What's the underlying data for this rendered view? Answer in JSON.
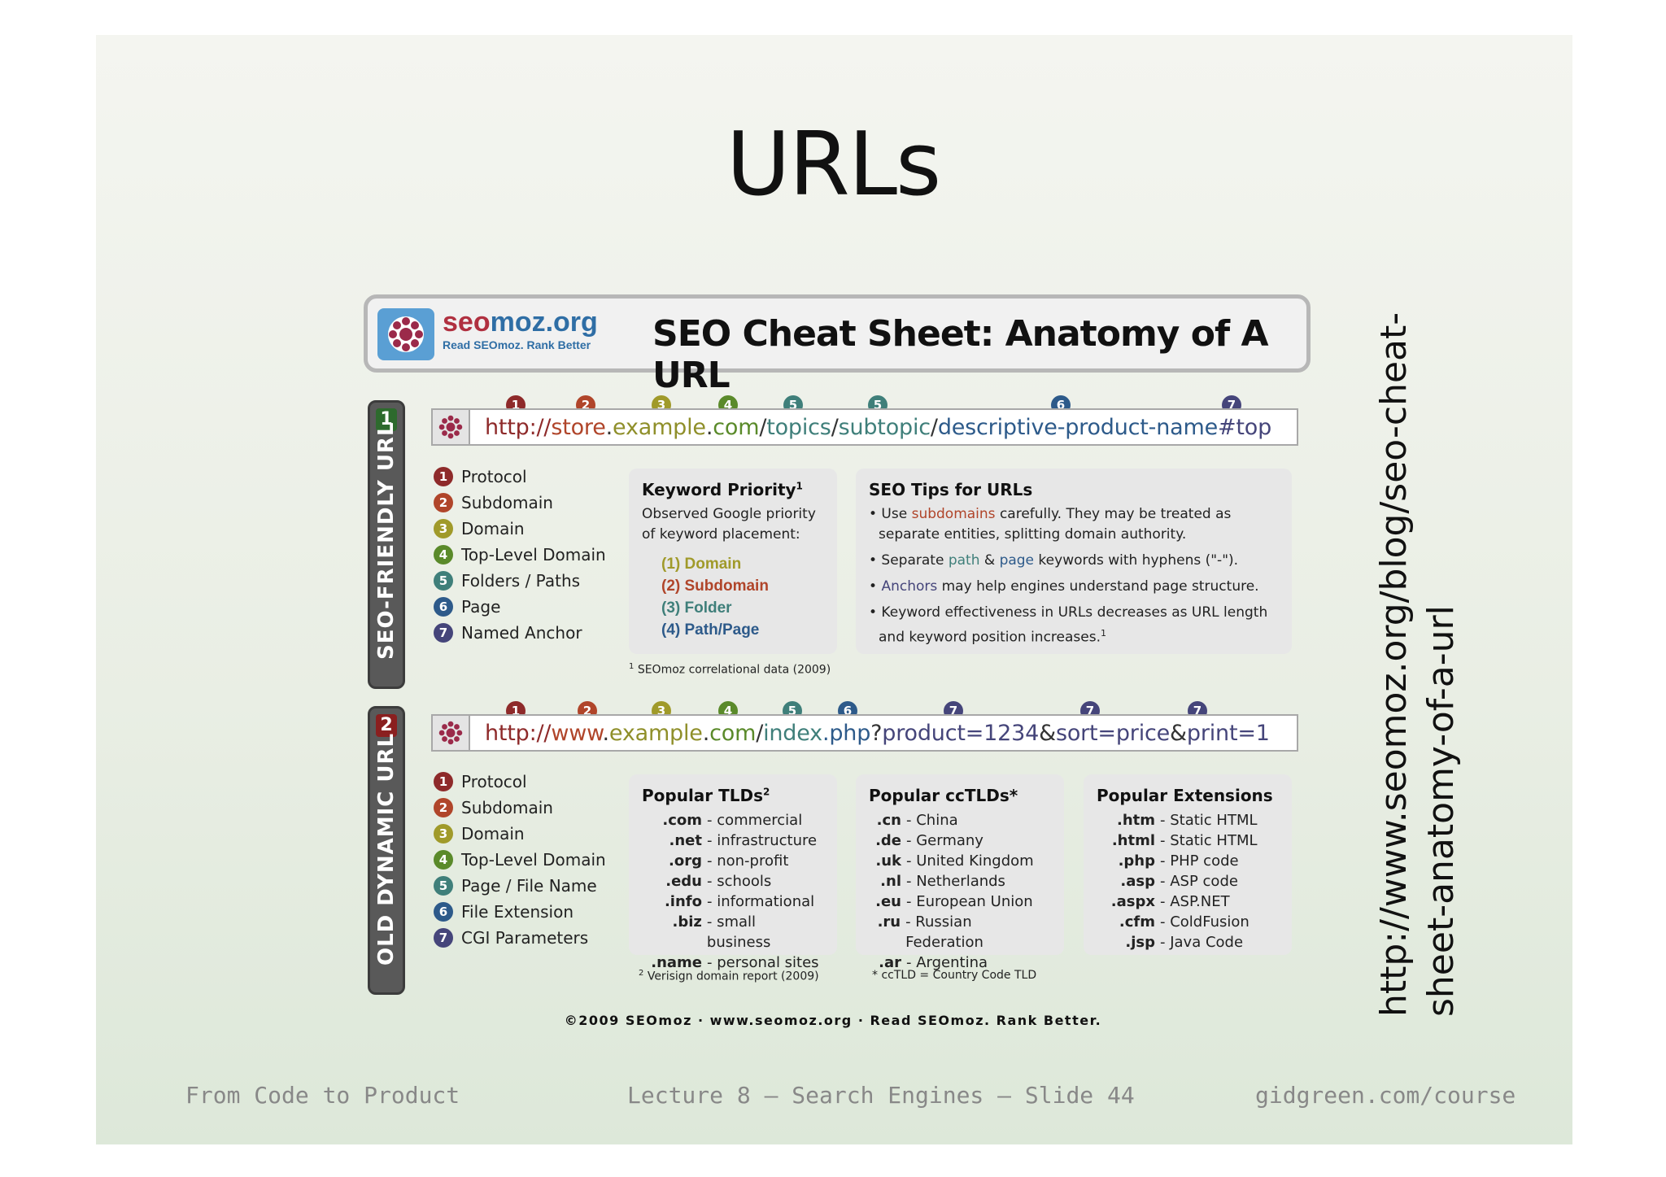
{
  "slide": {
    "title": "URLs",
    "side_url_line1": "http://www.seomoz.org/blog/seo-cheat-",
    "side_url_line2": "sheet-anatomy-of-a-url",
    "footer_left": "From Code to Product",
    "footer_center": "Lecture 8 — Search Engines — Slide 44",
    "footer_right": "gidgreen.com/course"
  },
  "sheet": {
    "logo_name_a": "seo",
    "logo_name_b": "moz.org",
    "logo_tagline": "Read SEOmoz. Rank Better",
    "title": "SEO Cheat Sheet: Anatomy of A URL",
    "copyright": "©2009 SEOmoz · www.seomoz.org · Read SEOmoz. Rank Better."
  },
  "section1": {
    "number": "1",
    "label": "SEO-FRIENDLY URL",
    "url": {
      "protocol": "http://",
      "subdomain": "store",
      "dot1": ".",
      "domain": "example",
      "dot2": ".",
      "tld": "com",
      "slash1": "/",
      "folder1": "topics",
      "slash2": "/",
      "folder2": "subtopic",
      "slash3": "/",
      "page": "descriptive-product-name",
      "anchor": "#top"
    },
    "markers": [
      "1",
      "2",
      "3",
      "4",
      "5",
      "5",
      "6",
      "7"
    ],
    "components": [
      {
        "n": "1",
        "label": "Protocol"
      },
      {
        "n": "2",
        "label": "Subdomain"
      },
      {
        "n": "3",
        "label": "Domain"
      },
      {
        "n": "4",
        "label": "Top-Level Domain"
      },
      {
        "n": "5",
        "label": "Folders / Paths"
      },
      {
        "n": "6",
        "label": "Page"
      },
      {
        "n": "7",
        "label": "Named Anchor"
      }
    ],
    "keyword_priority": {
      "title": "Keyword Priority",
      "sup": "1",
      "desc1": "Observed Google priority",
      "desc2": "of keyword placement:",
      "items": [
        "(1) Domain",
        "(2) Subdomain",
        "(3) Folder",
        "(4) Path/Page"
      ],
      "footnote_sup": "1",
      "footnote": "SEOmoz correlational data (2009)"
    },
    "tips": {
      "title": "SEO Tips for URLs",
      "tip1_a": "• Use ",
      "tip1_b": "subdomains",
      "tip1_c": " carefully. They may be treated as separate entities, splitting domain authority.",
      "tip2_a": "• Separate ",
      "tip2_b": "path",
      "tip2_c": " & ",
      "tip2_d": "page",
      "tip2_e": " keywords with hyphens (\"-\").",
      "tip3_a": "• ",
      "tip3_b": "Anchors",
      "tip3_c": " may help engines understand page structure.",
      "tip4": "• Keyword effectiveness in URLs decreases as URL length and keyword position increases.",
      "tip4_sup": "1"
    }
  },
  "section2": {
    "number": "2",
    "label": "OLD DYNAMIC URL",
    "url": {
      "protocol": "http://",
      "subdomain": "www",
      "dot1": ".",
      "domain": "example",
      "dot2": ".",
      "tld": "com",
      "slash1": "/",
      "page": "index",
      "ext": ".php",
      "q": "?",
      "p1": "product=1234",
      "amp1": "&",
      "p2": "sort=price",
      "amp2": "&",
      "p3": "print=1"
    },
    "markers": [
      "1",
      "2",
      "3",
      "4",
      "5",
      "6",
      "7",
      "7",
      "7"
    ],
    "components": [
      {
        "n": "1",
        "label": "Protocol"
      },
      {
        "n": "2",
        "label": "Subdomain"
      },
      {
        "n": "3",
        "label": "Domain"
      },
      {
        "n": "4",
        "label": "Top-Level Domain"
      },
      {
        "n": "5",
        "label": "Page / File Name"
      },
      {
        "n": "6",
        "label": "File Extension"
      },
      {
        "n": "7",
        "label": "CGI Parameters"
      }
    ],
    "tlds": {
      "title": "Popular TLDs",
      "sup": "2",
      "rows": [
        {
          "k": ".com",
          "v": "- commercial"
        },
        {
          "k": ".net",
          "v": "- infrastructure"
        },
        {
          "k": ".org",
          "v": "- non-profit"
        },
        {
          "k": ".edu",
          "v": "- schools"
        },
        {
          "k": ".info",
          "v": "- informational"
        },
        {
          "k": ".biz",
          "v": "- small business"
        },
        {
          "k": ".name",
          "v": "- personal sites"
        }
      ],
      "footnote_sup": "2",
      "footnote": "Verisign domain report (2009)"
    },
    "cctlds": {
      "title": "Popular ccTLDs*",
      "rows": [
        {
          "k": ".cn",
          "v": "- China"
        },
        {
          "k": ".de",
          "v": "- Germany"
        },
        {
          "k": ".uk",
          "v": "- United Kingdom"
        },
        {
          "k": ".nl",
          "v": "- Netherlands"
        },
        {
          "k": ".eu",
          "v": "- European Union"
        },
        {
          "k": ".ru",
          "v": "- Russian Federation"
        },
        {
          "k": ".ar",
          "v": "- Argentina"
        }
      ],
      "footnote": "* ccTLD = Country Code TLD"
    },
    "extensions": {
      "title": "Popular Extensions",
      "rows": [
        {
          "k": ".htm",
          "v": "- Static HTML"
        },
        {
          "k": ".html",
          "v": "- Static HTML"
        },
        {
          "k": ".php",
          "v": "- PHP code"
        },
        {
          "k": ".asp",
          "v": "- ASP code"
        },
        {
          "k": ".aspx",
          "v": "- ASP.NET"
        },
        {
          "k": ".cfm",
          "v": "- ColdFusion"
        },
        {
          "k": ".jsp",
          "v": "- Java Code"
        }
      ]
    }
  },
  "colors": {
    "protocol": "#8e2a2a",
    "subdomain": "#b0452a",
    "domain": "#a09a2a",
    "tld": "#5a8a2a",
    "folder": "#3f7f7a",
    "page": "#2d5a8a",
    "anchor": "#45457a",
    "section1_badge": "#2d6a2d",
    "section2_badge": "#8a1f1f"
  }
}
